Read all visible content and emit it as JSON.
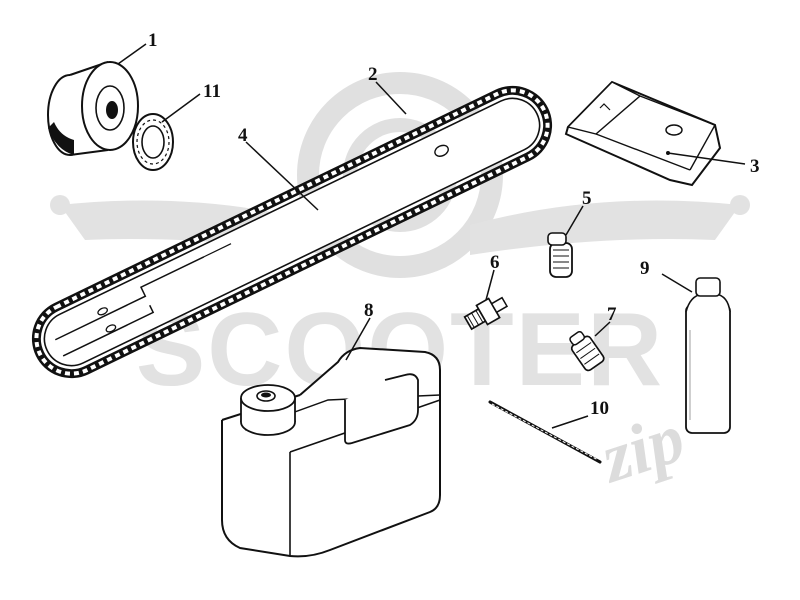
{
  "watermark": {
    "text": "SCOOTER",
    "sub": "zip"
  },
  "parts": [
    {
      "number": "1",
      "name": "clutch-drum"
    },
    {
      "number": "2",
      "name": "saw-chain"
    },
    {
      "number": "3",
      "name": "filing-guide-block"
    },
    {
      "number": "4",
      "name": "guide-bar"
    },
    {
      "number": "5",
      "name": "air-filter"
    },
    {
      "number": "6",
      "name": "grease-fitting"
    },
    {
      "number": "7",
      "name": "oil-filter"
    },
    {
      "number": "8",
      "name": "fuel-mixing-canister"
    },
    {
      "number": "9",
      "name": "oil-bottle"
    },
    {
      "number": "10",
      "name": "file-tool"
    },
    {
      "number": "11",
      "name": "rim-sprocket"
    }
  ],
  "colors": {
    "line": "#111111",
    "watermark": "#dcdcdc",
    "part_fill": "#ffffff"
  }
}
